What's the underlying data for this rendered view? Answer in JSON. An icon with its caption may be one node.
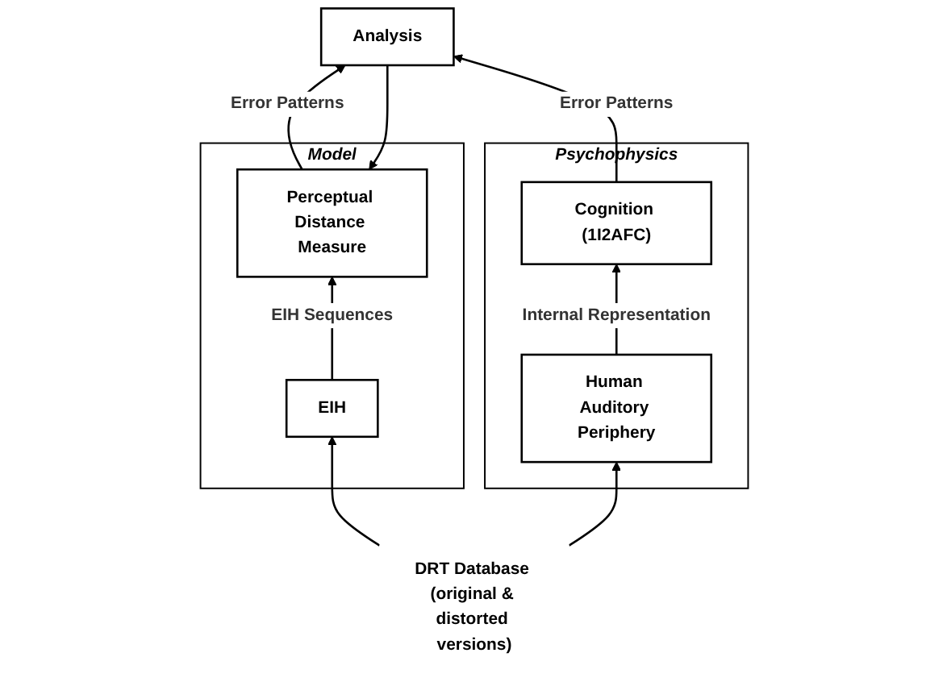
{
  "diagram": {
    "nodes": [
      {
        "text": [
          "Model"
        ]
      },
      {
        "text": [
          "Perceptual Distance Measure"
        ],
        "in": 0
      },
      {
        "text": [
          "EIH"
        ],
        "in": 0
      },
      {
        "text": [
          "Analysis"
        ]
      },
      {
        "text": [
          "Psychophysics"
        ]
      },
      {
        "text": [
          "Cognition (1I2AFC)"
        ],
        "in": 4
      },
      {
        "text": [
          "Human Auditory Periphery"
        ],
        "in": 4
      },
      {
        "text": [
          "DRT Database (original & distorted versions)"
        ]
      }
    ],
    "edges": [
      {
        "from": 2,
        "to": 1,
        "arrow": "to",
        "label": "EIH Sequences"
      },
      {
        "from": 1,
        "to": 3,
        "arrow": "to",
        "label": "Error Patterns"
      },
      {
        "from": 5,
        "to": 3,
        "arrow": "to",
        "label": "Error Patterns"
      },
      {
        "from": 6,
        "to": 5,
        "arrow": "to",
        "label": "Internal Representation"
      },
      {
        "from": 7,
        "to": 2,
        "arrow": "to"
      },
      {
        "from": 7,
        "to": 6,
        "arrow": "to"
      },
      {
        "from": 3,
        "to": 1,
        "arrow": "to"
      }
    ]
  }
}
